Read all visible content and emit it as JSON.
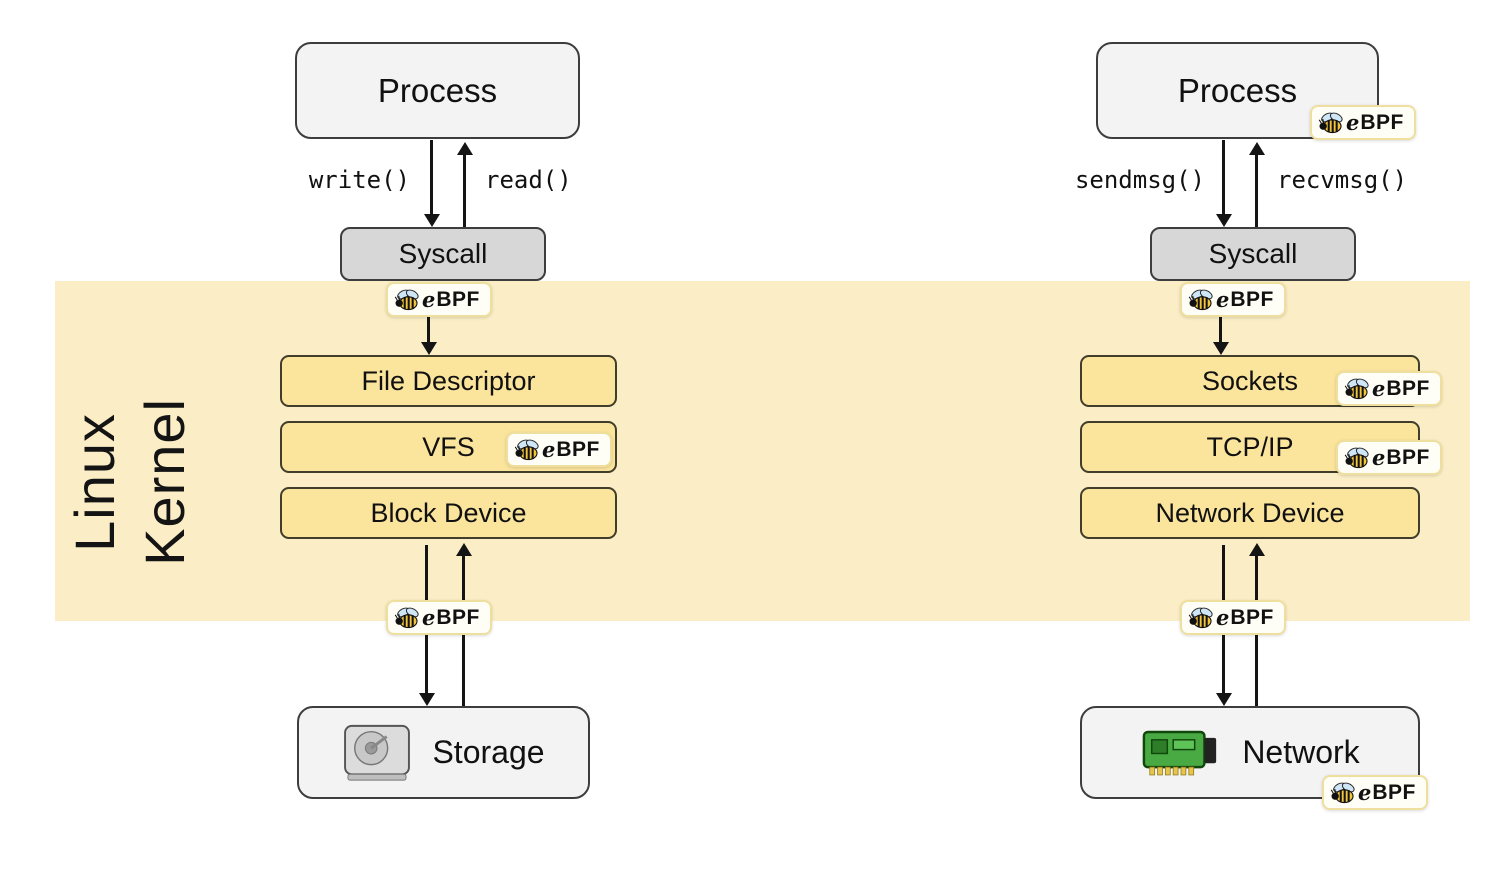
{
  "kernel": {
    "word1": "Linux",
    "word2": "Kernel"
  },
  "badge": {
    "e": "e",
    "bpf": "BPF"
  },
  "left": {
    "process": "Process",
    "write": "write()",
    "read": "read()",
    "syscall": "Syscall",
    "layers": [
      "File Descriptor",
      "VFS",
      "Block Device"
    ],
    "storage": "Storage"
  },
  "right": {
    "process": "Process",
    "send": "sendmsg()",
    "recv": "recvmsg()",
    "syscall": "Syscall",
    "layers": [
      "Sockets",
      "TCP/IP",
      "Network Device"
    ],
    "network": "Network"
  },
  "colors": {
    "kernel_band": "#fbeec6",
    "layer_box": "#fbe49c",
    "process_box": "#f3f3f3",
    "syscall_box": "#d7d7d7",
    "badge_border": "#efdf9e"
  }
}
